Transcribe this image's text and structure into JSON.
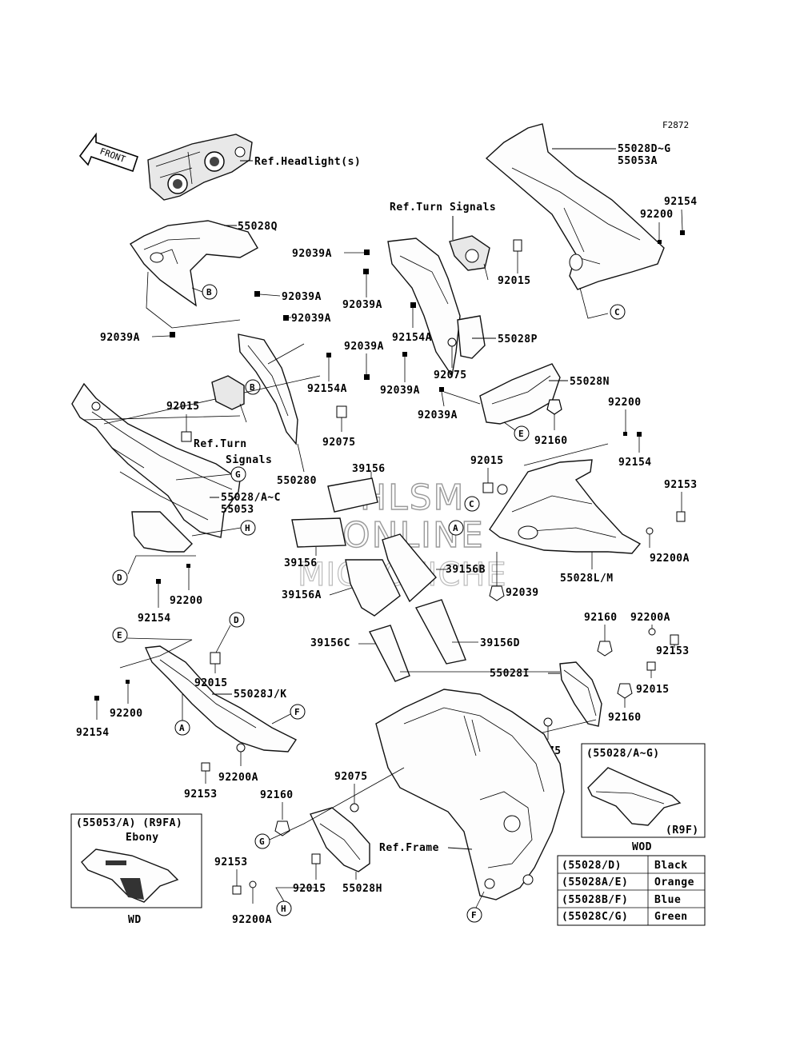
{
  "diagram_id": "F2872",
  "front_label": "FRONT",
  "watermark": {
    "line1": "HLSM",
    "line2": "ONLINE",
    "line3": "MICROFICHE"
  },
  "ref_labels": {
    "headlight": "Ref.Headlight(s)",
    "turn_signals_top": "Ref.Turn Signals",
    "turn_signals_left_1": "Ref.Turn",
    "turn_signals_left_2": "Signals",
    "frame": "Ref.Frame"
  },
  "part_numbers": {
    "p55028DG": "55028D~G",
    "p55053A": "55053A",
    "p92154_tr": "92154",
    "p92200_tr": "92200",
    "p55028Q": "55028Q",
    "p92039A_1": "92039A",
    "p92039A_2": "92039A",
    "p92015_top": "92015",
    "p92039A_3": "92039A",
    "p92039A_4": "92039A",
    "p92039A_5": "92039A",
    "p92154A_1": "92154A",
    "p55028P": "55028P",
    "p92039A_6": "92039A",
    "p92075_1": "92075",
    "p92154A_2": "92154A",
    "p92039A_7": "92039A",
    "p55028N": "55028N",
    "p92039A_8": "92039A",
    "p92200_r": "92200",
    "p92015_left": "92015",
    "p92160_1": "92160",
    "p92075_2": "92075",
    "p92154_r": "92154",
    "p92015_r": "92015",
    "p550280": "550280",
    "p39156_1": "39156",
    "p92153_r": "92153",
    "p55028AC": "55028/A~C",
    "p55053": "55053",
    "p92200A_r": "92200A",
    "p39156_2": "39156",
    "p39156B": "39156B",
    "p55028LM": "55028L/M",
    "p39156A": "39156A",
    "p92039": "92039",
    "p92200_l": "92200",
    "p92154_l": "92154",
    "p92160_2": "92160",
    "p92200A_r2": "92200A",
    "p39156C": "39156C",
    "p39156D": "39156D",
    "p92015_m": "92015",
    "p92153_r2": "92153",
    "p55028I": "55028I",
    "p55028JK": "55028J/K",
    "p92015_r2": "92015",
    "p92200_bl": "92200",
    "p92154_bl": "92154",
    "p92160_3": "92160",
    "p92075_3": "92075",
    "p92075_4": "92075",
    "p92200A_bl": "92200A",
    "p92153_bl": "92153",
    "p92160_4": "92160",
    "p92153_b": "92153",
    "p92015_b": "92015",
    "p55028H": "55028H",
    "p92200A_b": "92200A"
  },
  "callouts": {
    "B1": "B",
    "C1": "C",
    "B2": "B",
    "E1": "E",
    "G1": "G",
    "C2": "C",
    "A1": "A",
    "H1": "H",
    "D1": "D",
    "D2": "D",
    "E2": "E",
    "A2": "A",
    "F1": "F",
    "G2": "G",
    "H2": "H",
    "F2": "F"
  },
  "inset_wd": {
    "title": "(55053/A)  (R9FA)",
    "sub": "Ebony",
    "caption": "WD"
  },
  "inset_wod": {
    "title": "(55028/A~G)",
    "variant": "(R9F)",
    "caption": "WOD"
  },
  "color_table": {
    "rows": [
      {
        "code": "(55028/D)",
        "color": "Black"
      },
      {
        "code": "(55028A/E)",
        "color": "Orange"
      },
      {
        "code": "(55028B/F)",
        "color": "Blue"
      },
      {
        "code": "(55028C/G)",
        "color": "Green"
      }
    ]
  }
}
